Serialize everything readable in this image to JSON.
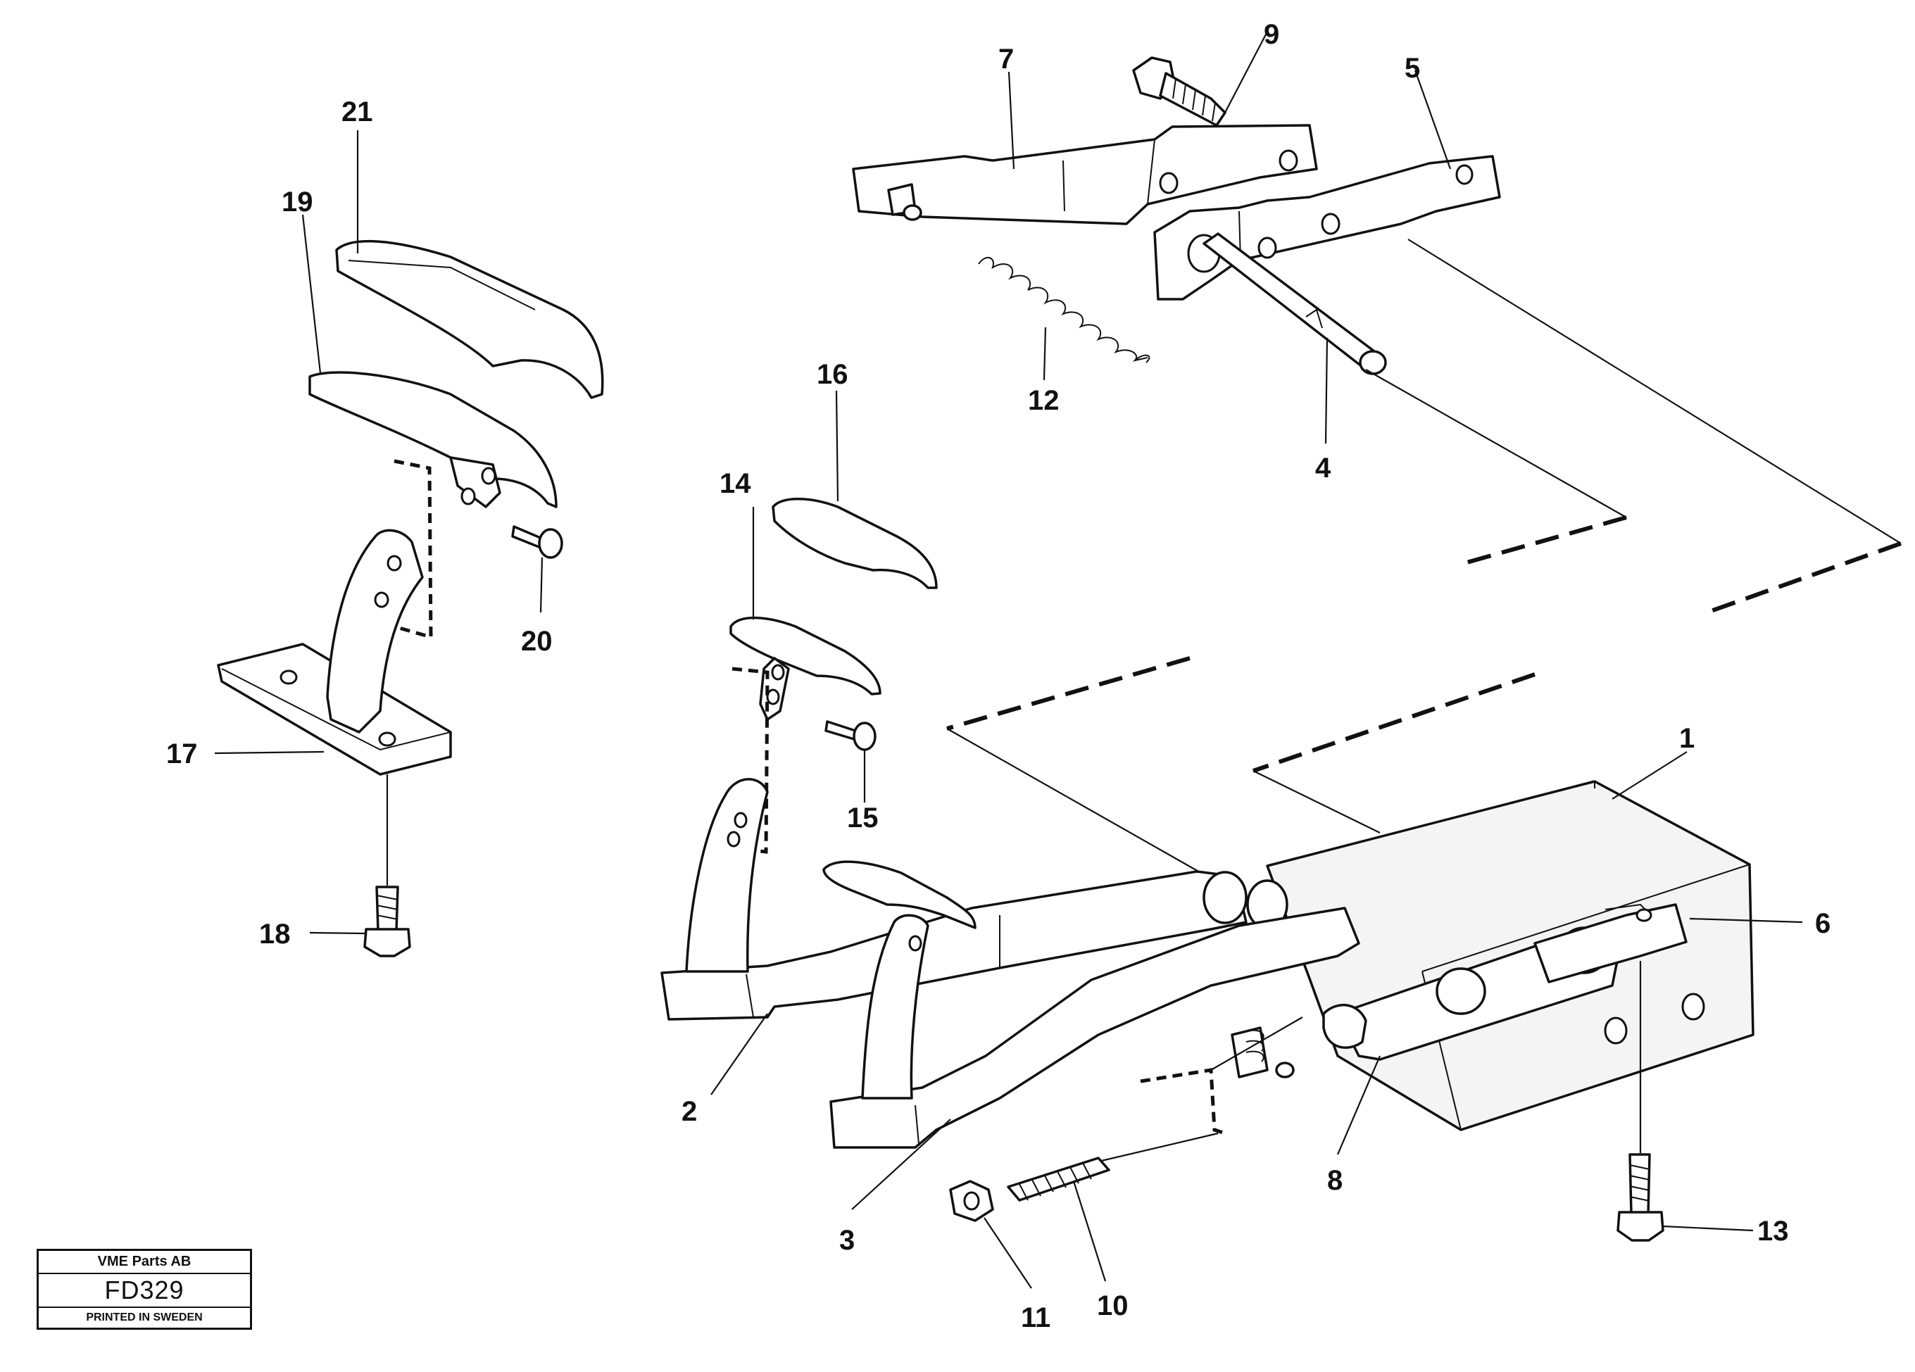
{
  "callouts": {
    "c1": "1",
    "c2": "2",
    "c3": "3",
    "c4": "4",
    "c5": "5",
    "c6": "6",
    "c7": "7",
    "c8": "8",
    "c9": "9",
    "c10": "10",
    "c11": "11",
    "c12": "12",
    "c13": "13",
    "c14": "14",
    "c15": "15",
    "c16": "16",
    "c17": "17",
    "c18": "18",
    "c19": "19",
    "c20": "20",
    "c21": "21"
  },
  "stamp": {
    "company": "VME Parts AB",
    "drawing_number": "FD329",
    "printed": "PRINTED IN SWEDEN"
  }
}
